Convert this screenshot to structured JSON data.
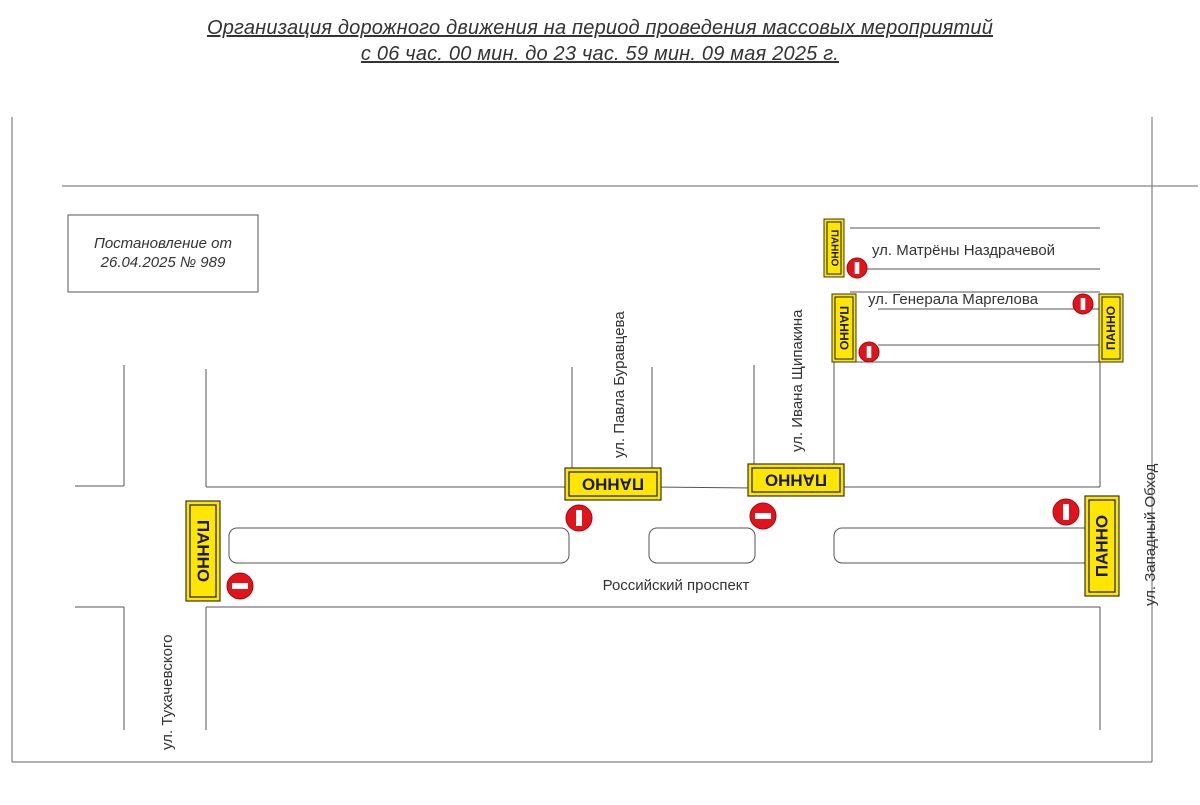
{
  "title": {
    "line1": "Организация дорожного движения на период проведения массовых мероприятий",
    "line2": "с 06 час. 00 мин. до 23 час. 59 мин. 09 мая 2025 г."
  },
  "decree": {
    "line1": "Постановление от",
    "line2": "26.04.2025 № 989"
  },
  "streets": {
    "tukhachevskogo": "ул. Тухачевского",
    "buravtseva": "ул. Павла Буравцева",
    "shchipakina": "ул. Ивана Щипакина",
    "zapadny": "ул. Западный Обход",
    "nazdrachevoy": "ул. Матрёны Наздрачевой",
    "margelova": "ул. Генерала Маргелова",
    "rossiysky": "Российский проспект"
  },
  "sign_text": "ПАННО",
  "colors": {
    "panno_bg": "#ffe600",
    "no_entry": "#e3131b",
    "road_line": "#555555"
  }
}
